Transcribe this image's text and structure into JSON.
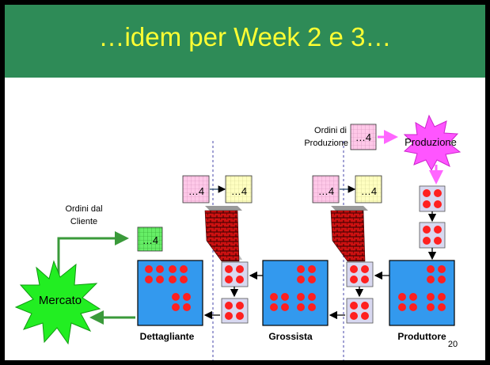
{
  "slide": {
    "title": "…idem per Week 2 e 3…",
    "page_number": "20"
  },
  "labels": {
    "ordini_produzione_1": "Ordini di",
    "ordini_produzione_2": "Produzione",
    "produzione": "Produzione",
    "ordini_cliente_1": "Ordini dal",
    "ordini_cliente_2": "Cliente",
    "mercato": "Mercato",
    "dettagliante": "Dettagliante",
    "grossista": "Grossista",
    "produttore": "Produttore"
  },
  "orders": {
    "production_order": "…4",
    "wholesaler_pink": "…4",
    "wholesaler_yellow": "…4",
    "producer_pink": "…4",
    "producer_yellow": "…4",
    "customer_green": "…4"
  },
  "colors": {
    "header_green": "#2e8b57",
    "title_yellow": "#ffff33",
    "warehouse_blue": "#3399ee",
    "unit_red": "#ff2020",
    "burst_green": "#22ee22",
    "burst_magenta": "#ff55ff",
    "arrow_green": "#3a9a3a",
    "arrow_magenta": "#ff66ff",
    "pink_note": "#ffc8e8",
    "yellow_note": "#ffffc0",
    "green_note": "#66ee66"
  }
}
